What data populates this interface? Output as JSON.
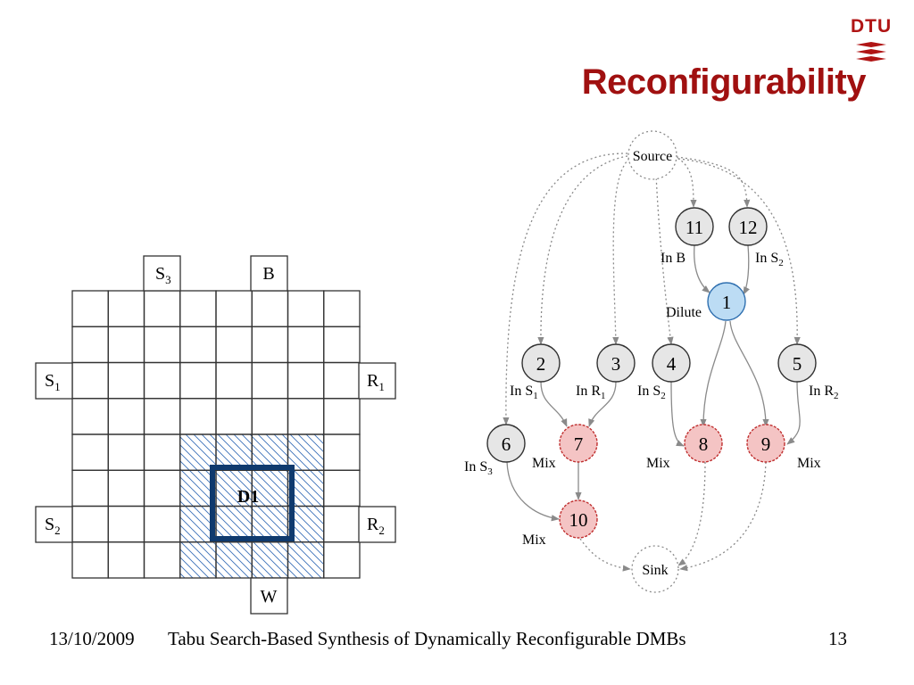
{
  "slide": {
    "title": "Reconfigurability",
    "logo_text": "DTU",
    "footer_date": "13/10/2009",
    "footer_title": "Tabu Search-Based Synthesis of Dynamically Reconfigurable DMBs",
    "footer_page": "13"
  },
  "grid": {
    "ports": {
      "s3": "S",
      "s3_sub": "3",
      "b": "B",
      "s1": "S",
      "s1_sub": "1",
      "r1": "R",
      "r1_sub": "1",
      "s2": "S",
      "s2_sub": "2",
      "r2": "R",
      "r2_sub": "2",
      "w": "W"
    },
    "device_label": "D1",
    "hatch_color": "#3a70b8",
    "device_color": "#0f3a6e"
  },
  "graph": {
    "source": "Source",
    "sink": "Sink",
    "nodes": {
      "n1": "1",
      "n2": "2",
      "n3": "3",
      "n4": "4",
      "n5": "5",
      "n6": "6",
      "n7": "7",
      "n8": "8",
      "n9": "9",
      "n10": "10",
      "n11": "11",
      "n12": "12"
    },
    "labels": {
      "l11": "In B",
      "l12": "In S",
      "l12_sub": "2",
      "l1": "Dilute",
      "l2": "In S",
      "l2_sub": "1",
      "l3": "In R",
      "l3_sub": "1",
      "l4": "In S",
      "l4_sub": "2",
      "l5": "In R",
      "l5_sub": "2",
      "l6": "In S",
      "l6_sub": "3",
      "l7": "Mix",
      "l8": "Mix",
      "l9": "Mix",
      "l10": "Mix"
    },
    "colors": {
      "input_fill": "#e6e6e6",
      "mix_fill": "#f4c4c4",
      "mix_stroke": "#c03030",
      "dilute_fill": "#bcdcf4",
      "dilute_stroke": "#3070b0",
      "edge": "#8a8a8a"
    }
  }
}
